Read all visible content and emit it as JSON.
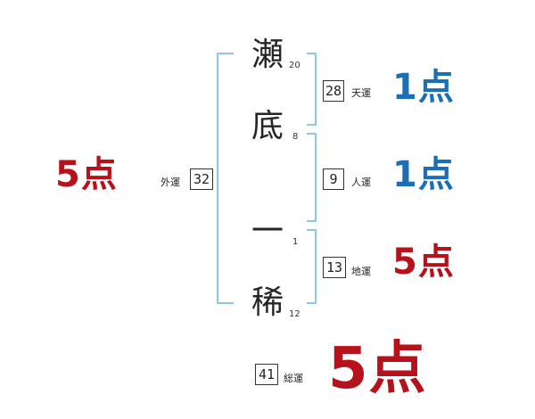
{
  "name_chars": [
    {
      "char": "瀬",
      "strokes": "20"
    },
    {
      "char": "底",
      "strokes": "8"
    },
    {
      "char": "一",
      "strokes": "1"
    },
    {
      "char": "稀",
      "strokes": "12"
    }
  ],
  "fortunes": {
    "ten": {
      "label": "天運",
      "value": "28",
      "score": "1点"
    },
    "jin": {
      "label": "人運",
      "value": "9",
      "score": "1点"
    },
    "chi": {
      "label": "地運",
      "value": "13",
      "score": "5点"
    },
    "gai": {
      "label": "外運",
      "value": "32",
      "score": "5点"
    },
    "sou": {
      "label": "総運",
      "value": "41",
      "score": "5点"
    }
  },
  "colors": {
    "bracket": "#8ec5e8",
    "score_blue": "#1c6fb5",
    "score_red": "#b5121b"
  }
}
